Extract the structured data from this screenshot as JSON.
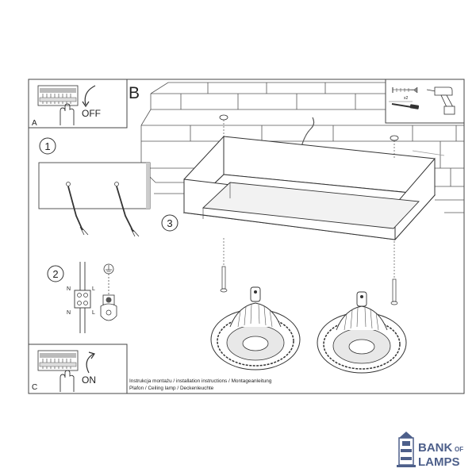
{
  "panels": {
    "a": {
      "letter": "A",
      "action": "OFF"
    },
    "b": {
      "letter": "B"
    },
    "c": {
      "letter": "C",
      "action": "ON"
    }
  },
  "steps": {
    "one": "1",
    "two": "2",
    "three": "3"
  },
  "wiring": {
    "n_top": "N",
    "l_top": "L",
    "n_bottom": "N",
    "l_bottom": "L"
  },
  "tools": {
    "multiplier": "x2"
  },
  "caption": {
    "line1": "Instrukcja montażu / installation instructions / Montageanleitung",
    "line2": "Plafon / Ceiling lamp / Deckenleuchte"
  },
  "brand": {
    "line1": "BANK",
    "of": "OF",
    "line2": "LAMPS",
    "color": "#4d5f8a"
  }
}
